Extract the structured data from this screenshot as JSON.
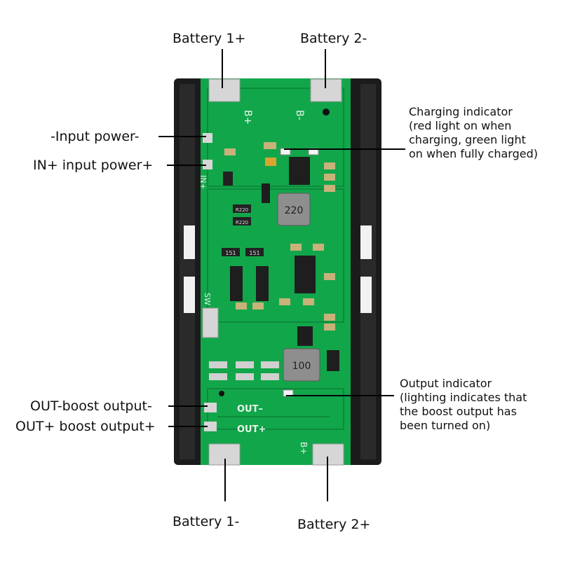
{
  "labels": {
    "battery1_plus": "Battery 1+",
    "battery2_minus": "Battery 2-",
    "battery1_minus": "Battery 1-",
    "battery2_plus": "Battery 2+",
    "input_minus": "-Input power-",
    "input_plus": "IN+ input power+",
    "out_minus": "OUT-boost output-",
    "out_plus": "OUT+ boost output+",
    "charging_indicator": [
      "Charging indicator",
      "(red light on when",
      "charging, green light",
      "on when fully charged)"
    ],
    "output_indicator": [
      "Output indicator",
      "(lighting indicates that",
      "the boost output has",
      "been turned on)"
    ]
  },
  "board": {
    "silkscreen_b_plus": "B+",
    "silkscreen_b_minus": "B-",
    "silkscreen_in": "IN+",
    "silkscreen_sw": "SW",
    "silkscreen_out_minus": "OUT–",
    "silkscreen_out_plus": "OUT+",
    "inductor_top": "220",
    "inductor_bottom": "100",
    "resistor_r220_a": "R220",
    "resistor_r220_b": "R220",
    "resistor_151_a": "151",
    "resistor_151_b": "151"
  },
  "colors": {
    "pcb": "#12a64a",
    "pcb_dark": "#0d8a3c",
    "holder": "#1b1b1b",
    "pad": "#d6d6d6",
    "silk": "#e8f5ea"
  }
}
